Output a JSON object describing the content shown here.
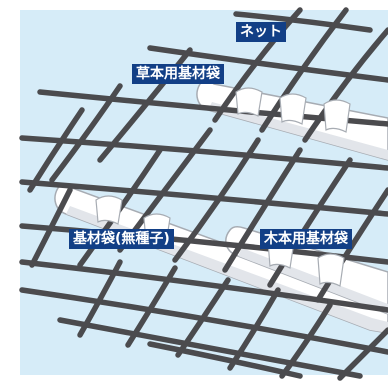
{
  "colors": {
    "background": "#d6ecf8",
    "net": "#4b4b4e",
    "bag_fill": "#ffffff",
    "bag_shade": "#e2e5ea",
    "bag_outline": "#a7acb3",
    "label_bg": "#123f86",
    "label_text": "#ffffff"
  },
  "labels": {
    "net": "ネット",
    "grass_bag": "草本用基材袋",
    "seed_bag": "基材袋(無種子)",
    "tree_bag": "木本用基材袋"
  }
}
